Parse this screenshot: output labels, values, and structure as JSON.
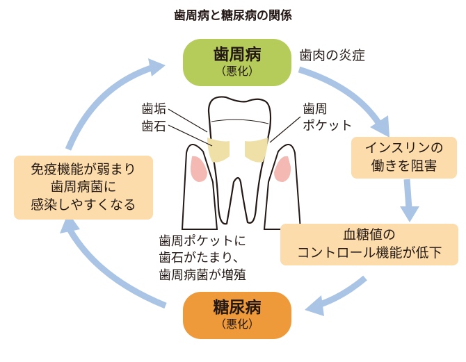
{
  "title": "歯周病と糖尿病の関係",
  "periodontal": {
    "name": "歯周病",
    "state": "（悪化）",
    "color": "#b5cc5a"
  },
  "diabetes": {
    "name": "糖尿病",
    "state": "（悪化）",
    "color": "#ef9a3a"
  },
  "gum_inflammation": "歯肉の炎症",
  "insulin_box": [
    "インスリンの",
    "働きを阻害"
  ],
  "glucose_box": [
    "血糖値の",
    "コントロール機能が低下"
  ],
  "immune_box": [
    "免疫機能が弱まり",
    "歯周病菌に",
    "感染しやすくなる"
  ],
  "tooth_labels": {
    "plaque": "歯垢",
    "tartar": "歯石",
    "pocket": [
      "歯周",
      "ポケット"
    ]
  },
  "pocket_note": [
    "歯周ポケットに",
    "歯石がたまり、",
    "歯周病菌が増殖"
  ],
  "colors": {
    "arrow": "#a9c4e4",
    "box": "#fbdcaa",
    "gum": "#f3b9b2",
    "tartar": "#efe0a8"
  }
}
